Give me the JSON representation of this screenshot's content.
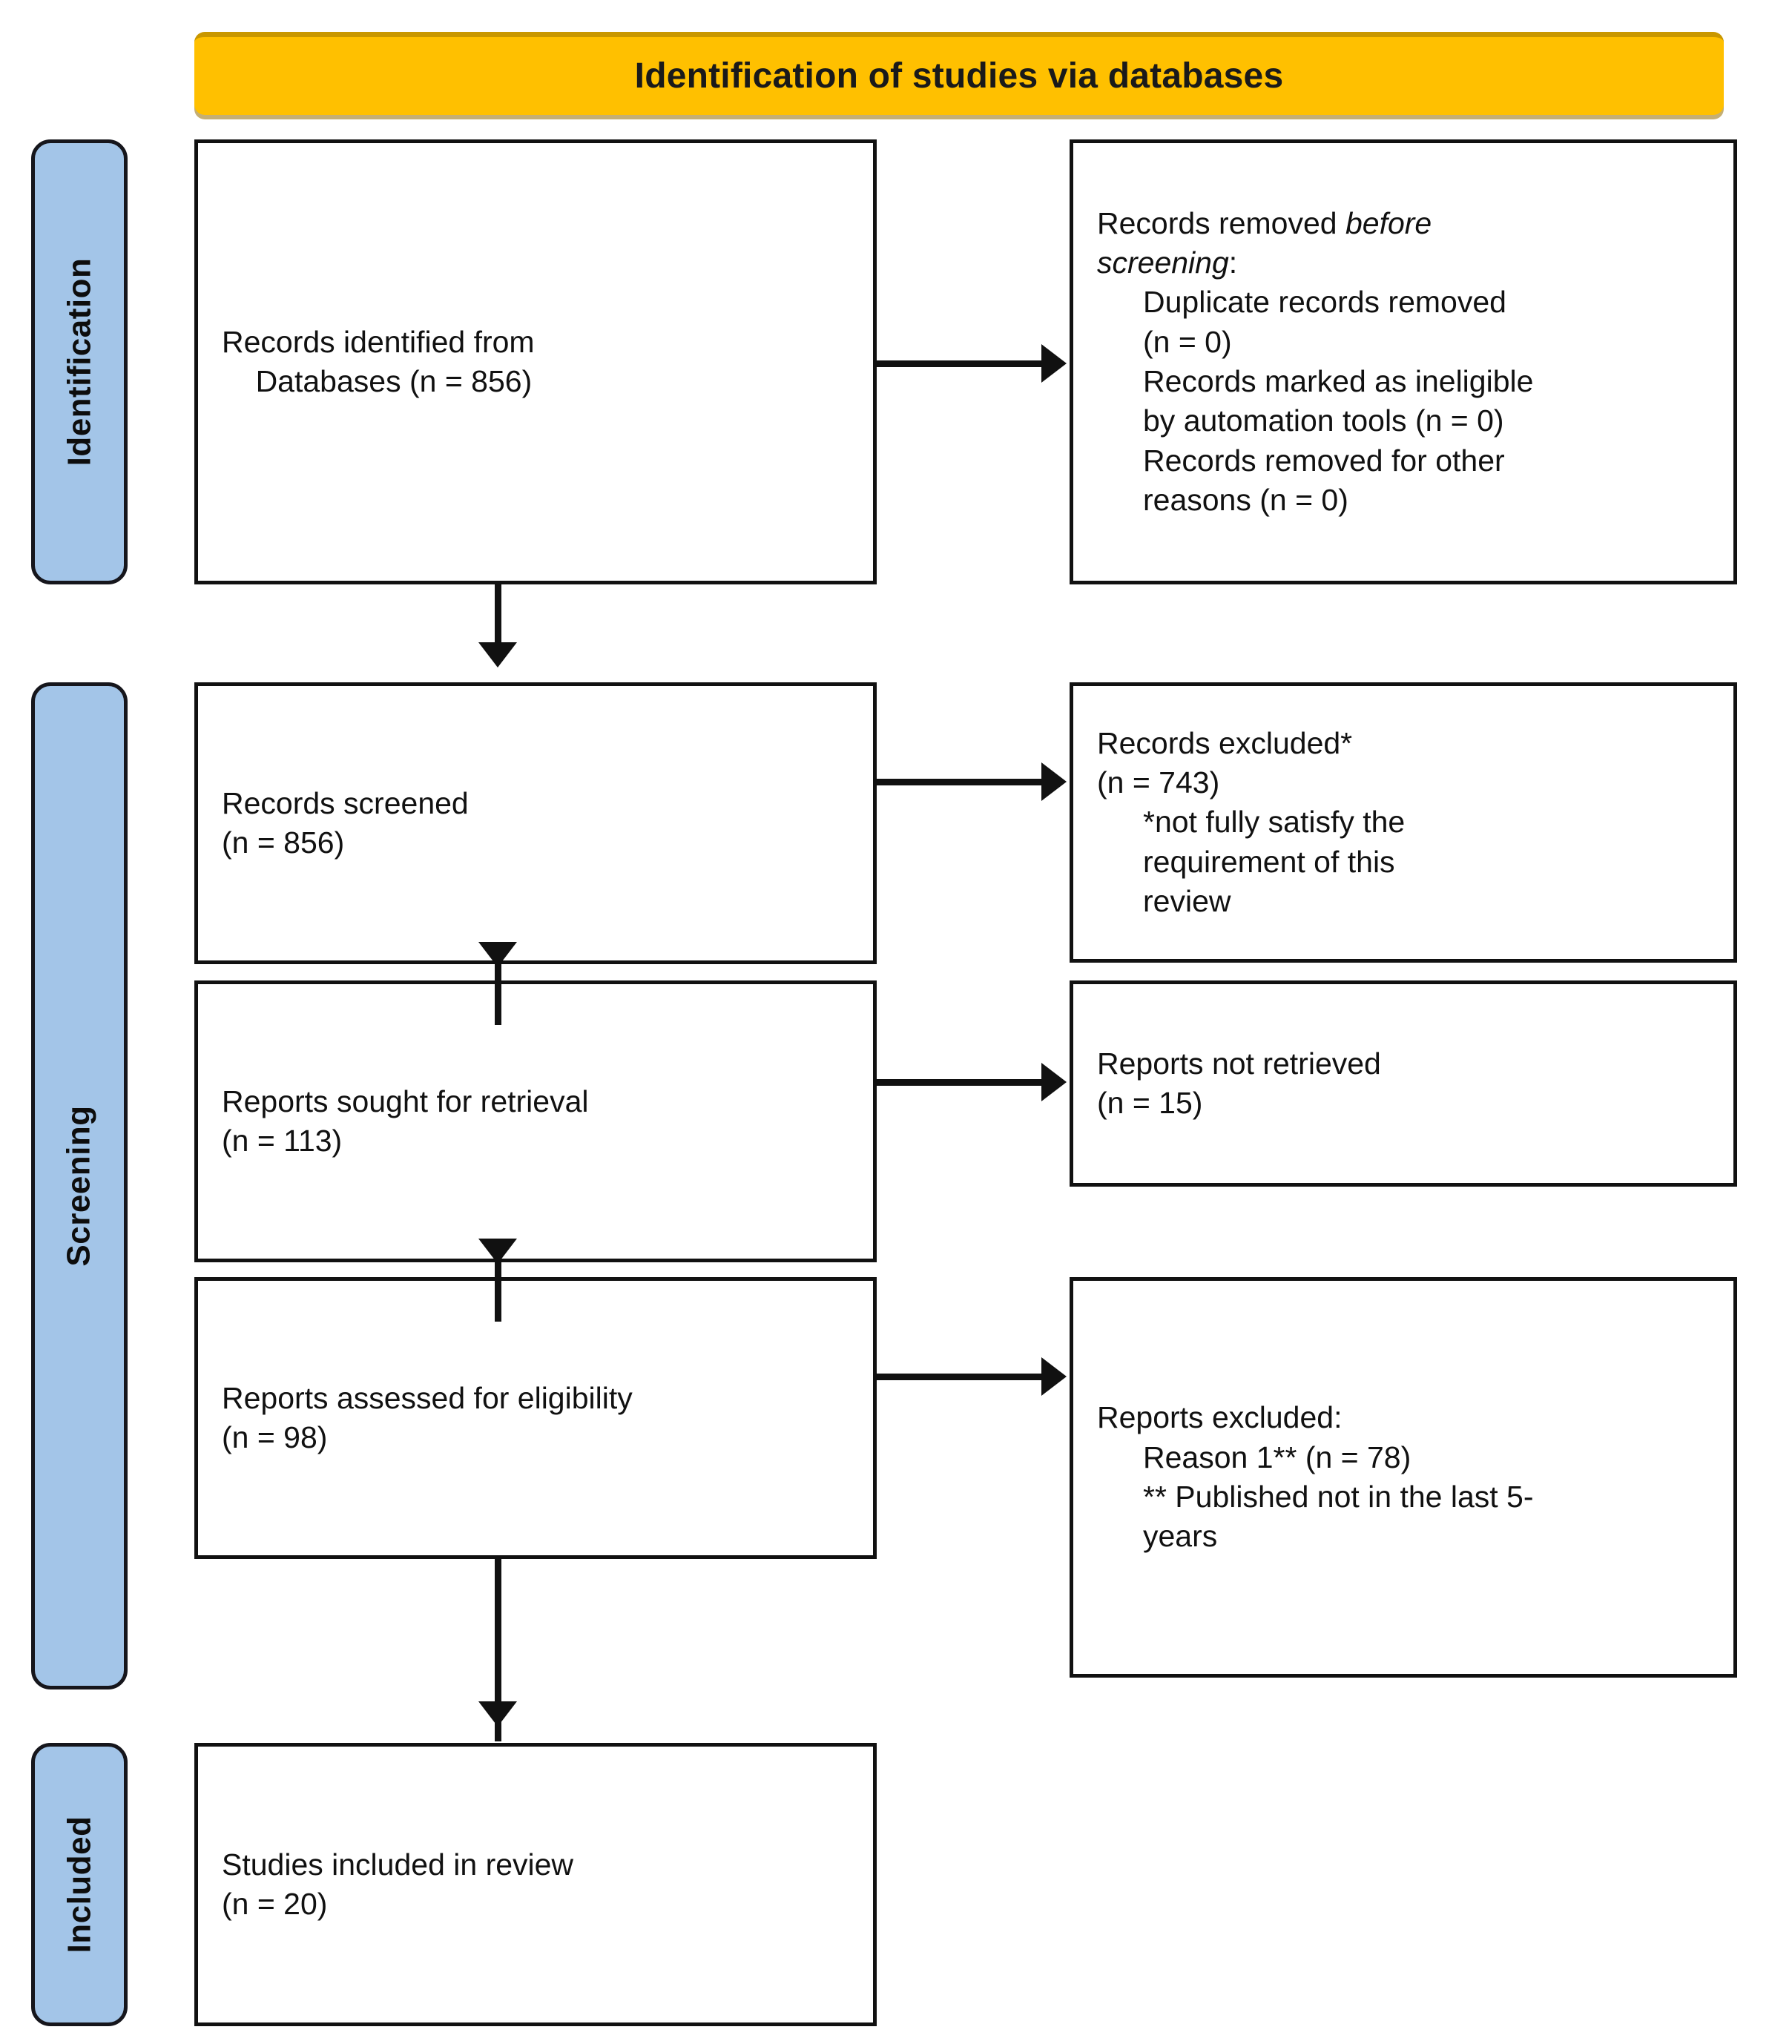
{
  "diagram": {
    "title": "Identification of studies via databases",
    "type": "PRISMA flow diagram"
  },
  "stages": [
    {
      "id": "identification",
      "label": "Identification"
    },
    {
      "id": "screening",
      "label": "Screening"
    },
    {
      "id": "included",
      "label": "Included"
    }
  ],
  "boxes": {
    "identified": {
      "line1": "Records identified from",
      "line2": "    Databases (n = 856)"
    },
    "removed_before_screening": {
      "line1_a": "Records removed ",
      "line1_b": "before",
      "line2_b": "screening",
      "line2_a": ":",
      "line3": "Duplicate records removed",
      "line4": "(n = 0)",
      "line5": "Records marked as ineligible",
      "line6": "by automation tools (n = 0)",
      "line7": "Records removed for other",
      "line8": "reasons (n = 0)"
    },
    "screened": {
      "line1": "Records screened",
      "line2": "(n = 856)"
    },
    "records_excluded": {
      "line1": "Records excluded*",
      "line2": "(n = 743)",
      "line3": "*not fully satisfy the",
      "line4": "requirement of this",
      "line5": "review"
    },
    "sought": {
      "line1": "Reports sought for retrieval",
      "line2": "(n = 113)"
    },
    "not_retrieved": {
      "line1": "Reports not retrieved",
      "line2": "(n = 15)"
    },
    "assessed": {
      "line1": "Reports assessed for eligibility",
      "line2": "(n = 98)"
    },
    "reports_excluded": {
      "line1": "Reports excluded:",
      "line2": "Reason 1** (n = 78)",
      "line3": "** Published not in the last 5-",
      "line4": "years"
    },
    "included": {
      "line1": "Studies included in review",
      "line2": "(n = 20)"
    }
  },
  "counts": {
    "records_identified_databases": 856,
    "duplicate_records_removed": 0,
    "records_marked_ineligible_automation": 0,
    "records_removed_other_reasons": 0,
    "records_screened": 856,
    "records_excluded": 743,
    "reports_sought_for_retrieval": 113,
    "reports_not_retrieved": 15,
    "reports_assessed_for_eligibility": 98,
    "reports_excluded_reason1": 78,
    "studies_included_in_review": 20
  },
  "colors": {
    "banner": "#FFC000",
    "banner_shadow": "#C99700",
    "stage_pill": "#A3C5E8",
    "outline": "#111111",
    "text": "#111111",
    "background": "#FFFFFF"
  }
}
